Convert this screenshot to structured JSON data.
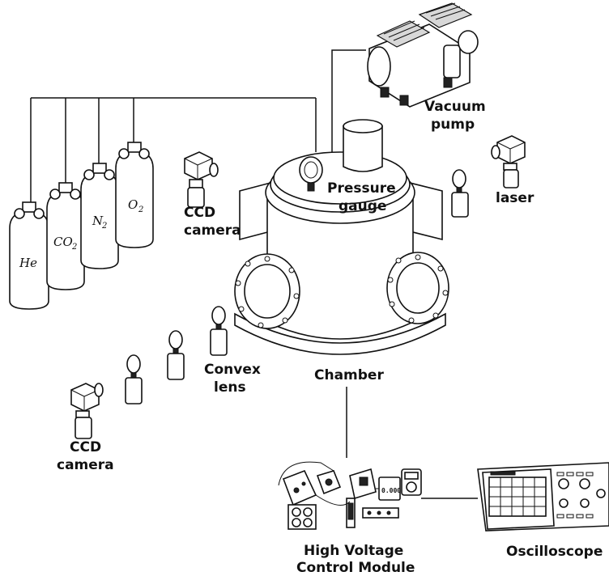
{
  "labels": {
    "vacuum_pump": [
      "Vacuum",
      "pump"
    ],
    "pressure_gauge": [
      "Pressure",
      "gauge"
    ],
    "laser": "laser",
    "ccd_camera_top": [
      "CCD",
      "camera"
    ],
    "ccd_camera_bottom": [
      "CCD",
      "camera"
    ],
    "convex_lens": [
      "Convex",
      "lens"
    ],
    "chamber": "Chamber",
    "high_voltage_module": [
      "High Voltage",
      "Control Module"
    ],
    "oscilloscope": "Oscilloscope"
  },
  "gases": [
    {
      "base": "He",
      "sub": ""
    },
    {
      "base": "CO",
      "sub": "2"
    },
    {
      "base": "N",
      "sub": "2"
    },
    {
      "base": "O",
      "sub": "2"
    }
  ],
  "meter_readout": "0.000",
  "colors": {
    "ink": "#111111",
    "paper": "#ffffff"
  }
}
